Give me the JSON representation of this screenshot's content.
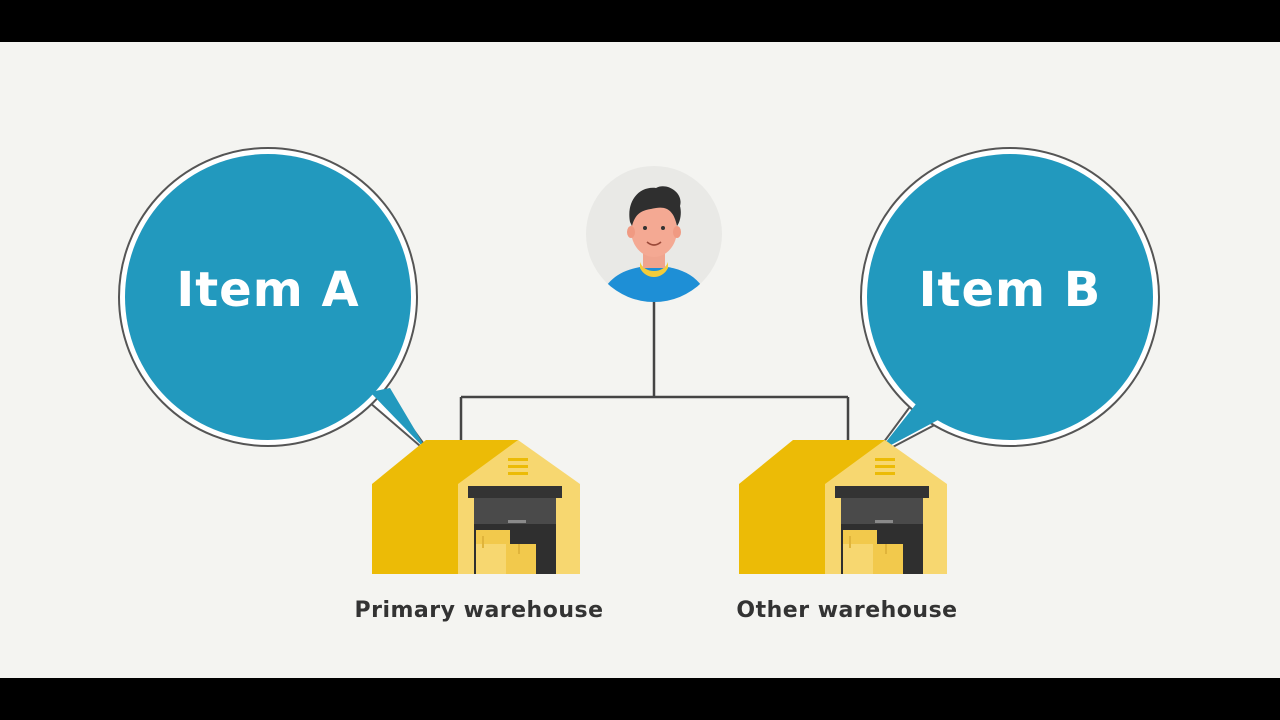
{
  "colors": {
    "bubble_fill": "#2299be",
    "bubble_ring": "#ffffff",
    "bubble_outline": "#555555",
    "warehouse_roof": "#ecbb06",
    "warehouse_wall": "#f7d770",
    "warehouse_door": "#4a4a4a",
    "connector": "#444444",
    "background": "#f4f4f1",
    "letterbox": "#000000"
  },
  "icons": {
    "person": "person-avatar-icon",
    "warehouse": "warehouse-icon"
  },
  "diagram": {
    "nodes": [
      {
        "id": "person",
        "label": ""
      },
      {
        "id": "primary",
        "label": "Primary warehouse",
        "bubble": "Item A"
      },
      {
        "id": "other",
        "label": "Other warehouse",
        "bubble": "Item B"
      }
    ],
    "edges": [
      {
        "from": "person",
        "to": "primary"
      },
      {
        "from": "person",
        "to": "other"
      }
    ]
  }
}
